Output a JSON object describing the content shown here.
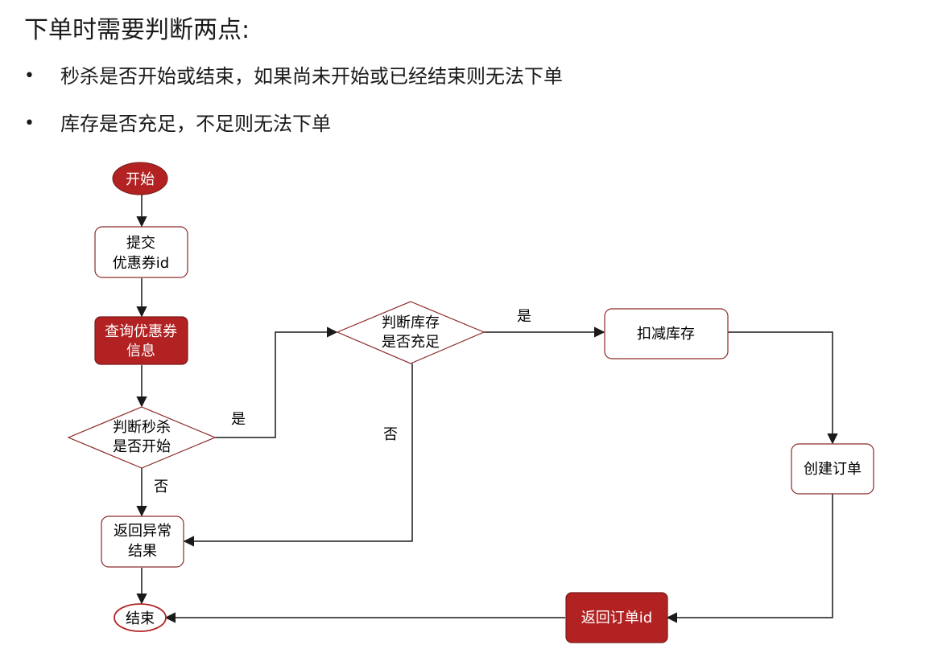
{
  "title": "下单时需要判断两点:",
  "bullets": [
    "秒杀是否开始或结束，如果尚未开始或已经结束则无法下单",
    "库存是否充足，不足则无法下单"
  ],
  "flowchart": {
    "start": "开始",
    "submit": [
      "提交",
      "优惠券id"
    ],
    "query": [
      "查询优惠券",
      "信息"
    ],
    "check_seckill": [
      "判断秒杀",
      "是否开始"
    ],
    "check_stock": [
      "判断库存",
      "是否充足"
    ],
    "deduct_stock": "扣减库存",
    "create_order": "创建订单",
    "return_order": "返回订单id",
    "return_error": [
      "返回异常",
      "结果"
    ],
    "end": "结束",
    "yes_label": "是",
    "no_label": "否"
  },
  "colors": {
    "accent": "#b22222",
    "stroke": "#1a1a1a",
    "box_border": "#8b2a2a"
  }
}
